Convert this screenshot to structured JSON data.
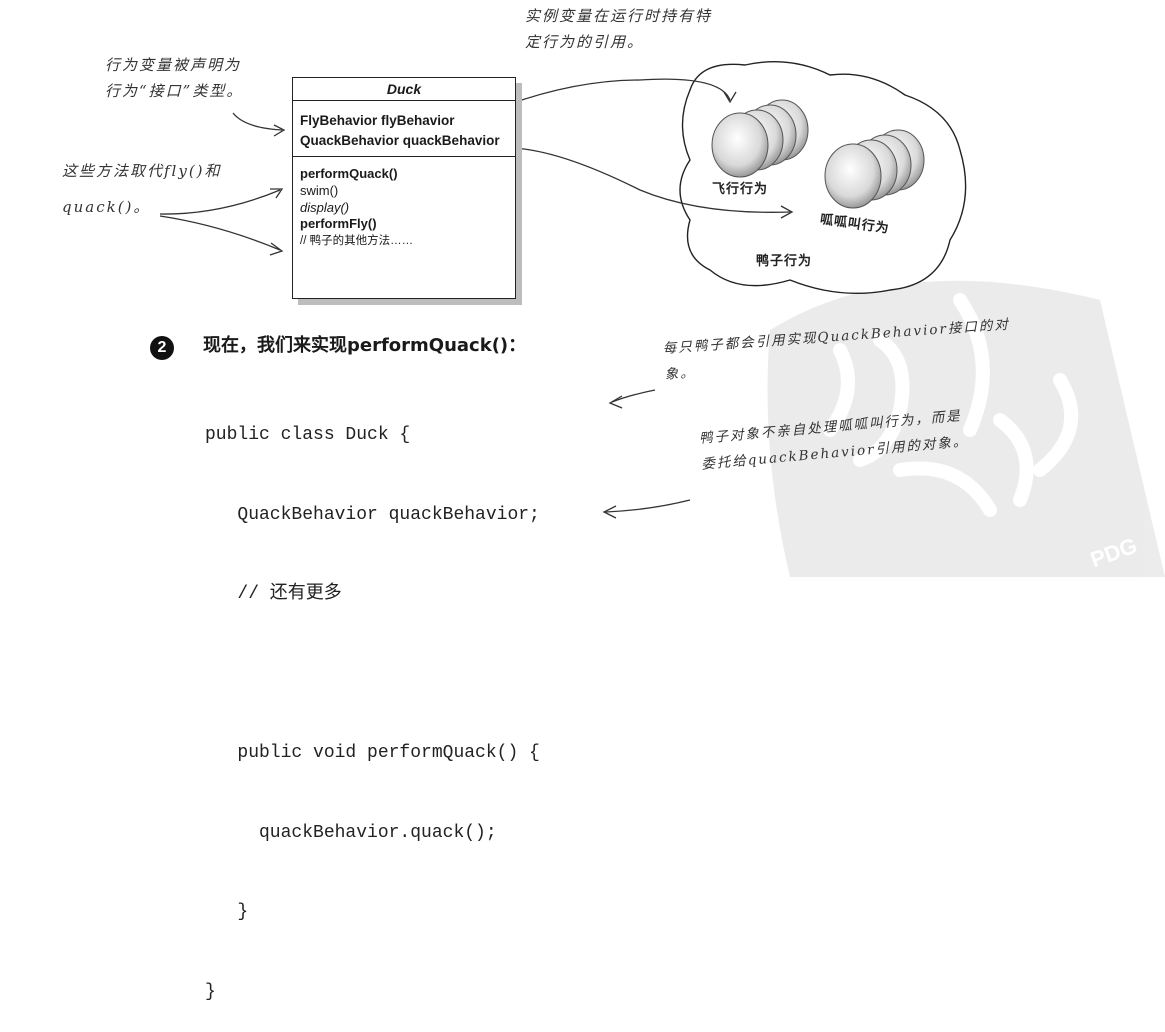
{
  "annotations": {
    "runtime_ref_line1": "实例变量在运行时持有特",
    "runtime_ref_line2": "定行为的引用。",
    "interface_decl_line1": "行为变量被声明为",
    "interface_decl_line2": "行为“接口”类型。",
    "methods_replace_line1": "这些方法取代fly()和",
    "methods_replace_line2": "quack()。",
    "each_duck_line1": "每只鸭子都会引用实现QuackBehavior接口的对",
    "each_duck_line2": "象。",
    "delegate_line1": "鸭子对象不亲自处理呱呱叫行为，而是",
    "delegate_line2": "委托给quackBehavior引用的对象。"
  },
  "uml": {
    "class_name": "Duck",
    "fields": [
      "FlyBehavior flyBehavior",
      "QuackBehavior quackBehavior"
    ],
    "methods": {
      "perform_quack": "performQuack()",
      "swim": "swim()",
      "display": "display()",
      "perform_fly": "performFly()",
      "comment": "// 鸭子的其他方法……"
    }
  },
  "cloud": {
    "fly_label": "飞行行为",
    "quack_label": "呱呱叫行为",
    "duck_label": "鸭子行为"
  },
  "step": {
    "number": "2",
    "heading": "现在，我们来实现performQuack()："
  },
  "code": {
    "lines": [
      "public class Duck {",
      "   QuackBehavior quackBehavior;",
      "   // 还有更多",
      "",
      "   public void performQuack() {",
      "     quackBehavior.quack();",
      "   }",
      "}"
    ]
  },
  "watermark": "PDG"
}
